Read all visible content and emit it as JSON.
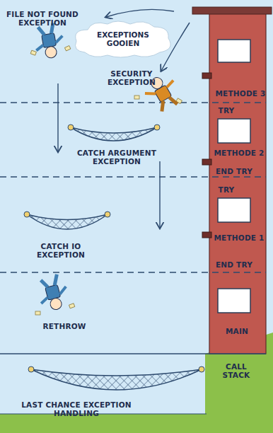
{
  "diagram": {
    "nodes": [
      {
        "text": [
          "EXCEPTIONS GOOIEN"
        ]
      }
    ],
    "labels": [
      "FILE NOT FOUND EXCEPTION",
      "SECURITY EXCEPTION",
      "METHODE 3",
      "TRY",
      "CATCH ARGUMENT EXCEPTION",
      "METHODE 2",
      "END TRY",
      "TRY",
      "METHODE 1",
      "CATCH IO EXCEPTION",
      "END TRY",
      "RETHROW",
      "MAIN",
      "CALL STACK",
      "LAST CHANCE EXCEPTION HANDLING"
    ]
  }
}
